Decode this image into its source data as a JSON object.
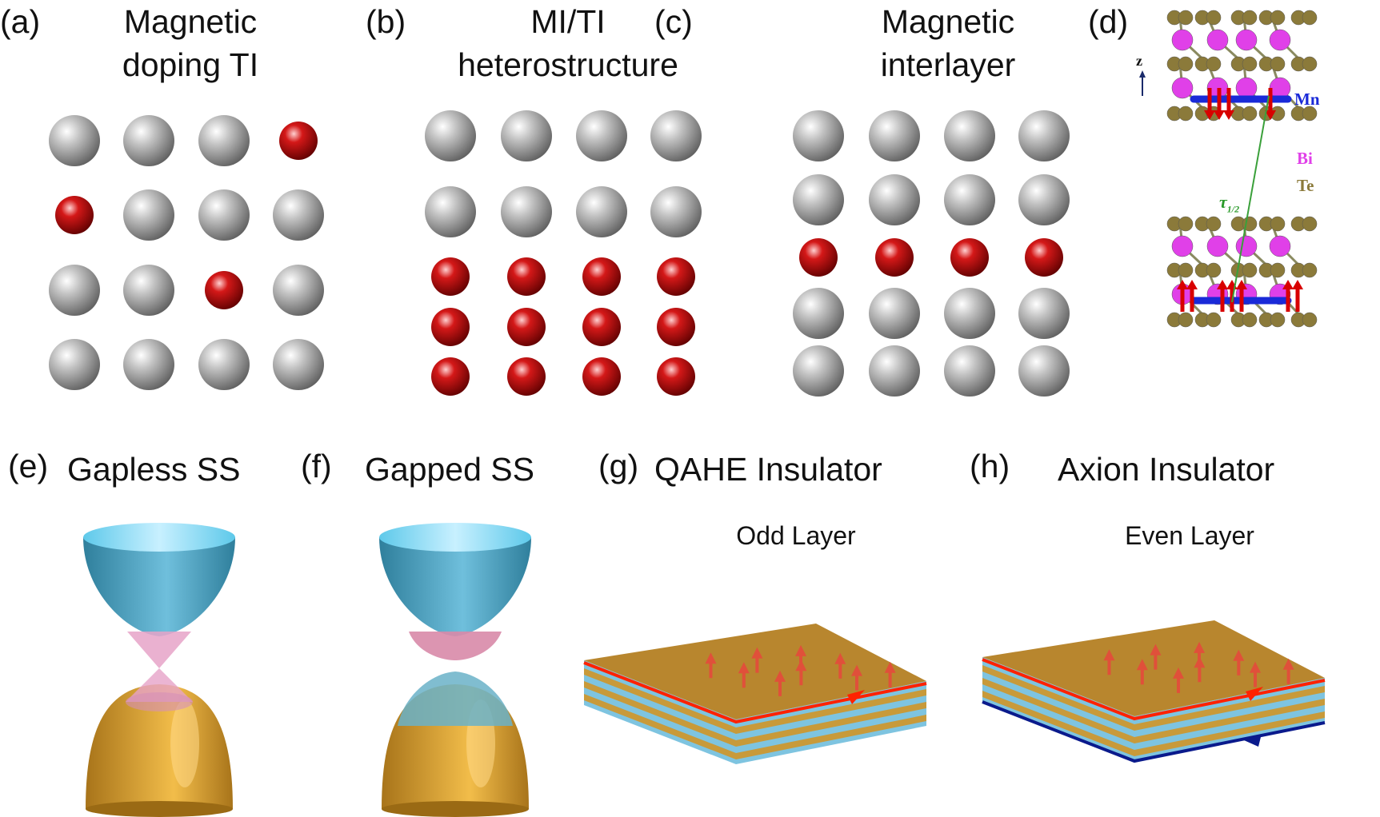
{
  "panels": {
    "a": {
      "label": "(a)",
      "title_l1": "Magnetic",
      "title_l2": "doping TI"
    },
    "b": {
      "label": "(b)",
      "title_l1": "MI/TI",
      "title_l2": "heterostructure"
    },
    "c": {
      "label": "(c)",
      "title_l1": "Magnetic",
      "title_l2": "interlayer"
    },
    "d": {
      "label": "(d)",
      "axis": "z",
      "mn": "Mn",
      "bi": "Bi",
      "te": "Te",
      "tau": "τ",
      "tau_sub": "1/2"
    },
    "e": {
      "label": "(e)",
      "title": "Gapless SS"
    },
    "f": {
      "label": "(f)",
      "title": "Gapped SS"
    },
    "g": {
      "label": "(g)",
      "title": "QAHE Insulator",
      "subtitle": "Odd Layer"
    },
    "h": {
      "label": "(h)",
      "title": "Axion Insulator",
      "subtitle": "Even Layer"
    }
  },
  "grids": {
    "a": [
      [
        0,
        0,
        0,
        1
      ],
      [
        1,
        0,
        0,
        0
      ],
      [
        0,
        0,
        1,
        0
      ],
      [
        0,
        0,
        0,
        0
      ]
    ],
    "b": [
      [
        0,
        0,
        0,
        0
      ],
      [
        0,
        0,
        0,
        0
      ],
      [
        1,
        1,
        1,
        1
      ],
      [
        1,
        1,
        1,
        1
      ],
      [
        1,
        1,
        1,
        1
      ]
    ],
    "c": [
      [
        0,
        0,
        0,
        0
      ],
      [
        0,
        0,
        0,
        0
      ],
      [
        1,
        1,
        1,
        1
      ],
      [
        0,
        0,
        0,
        0
      ],
      [
        0,
        0,
        0,
        0
      ]
    ]
  },
  "colors": {
    "nonmagnetic_atom": "#9a9a9a",
    "magnetic_atom": "#c40000",
    "conduction_band": "#5aa9c8",
    "valence_band": "#e3a52a",
    "surface_state": "#e6a3c8",
    "slab_top": "#b8862e",
    "slab_stripe": "#7ec4e0",
    "edge_top": "#ff2200",
    "edge_bottom": "#0a1a8c",
    "moment_arrow": "#e0503a",
    "mn": "#1a2ad8",
    "bi": "#e040e8",
    "te": "#8b7a3a"
  }
}
